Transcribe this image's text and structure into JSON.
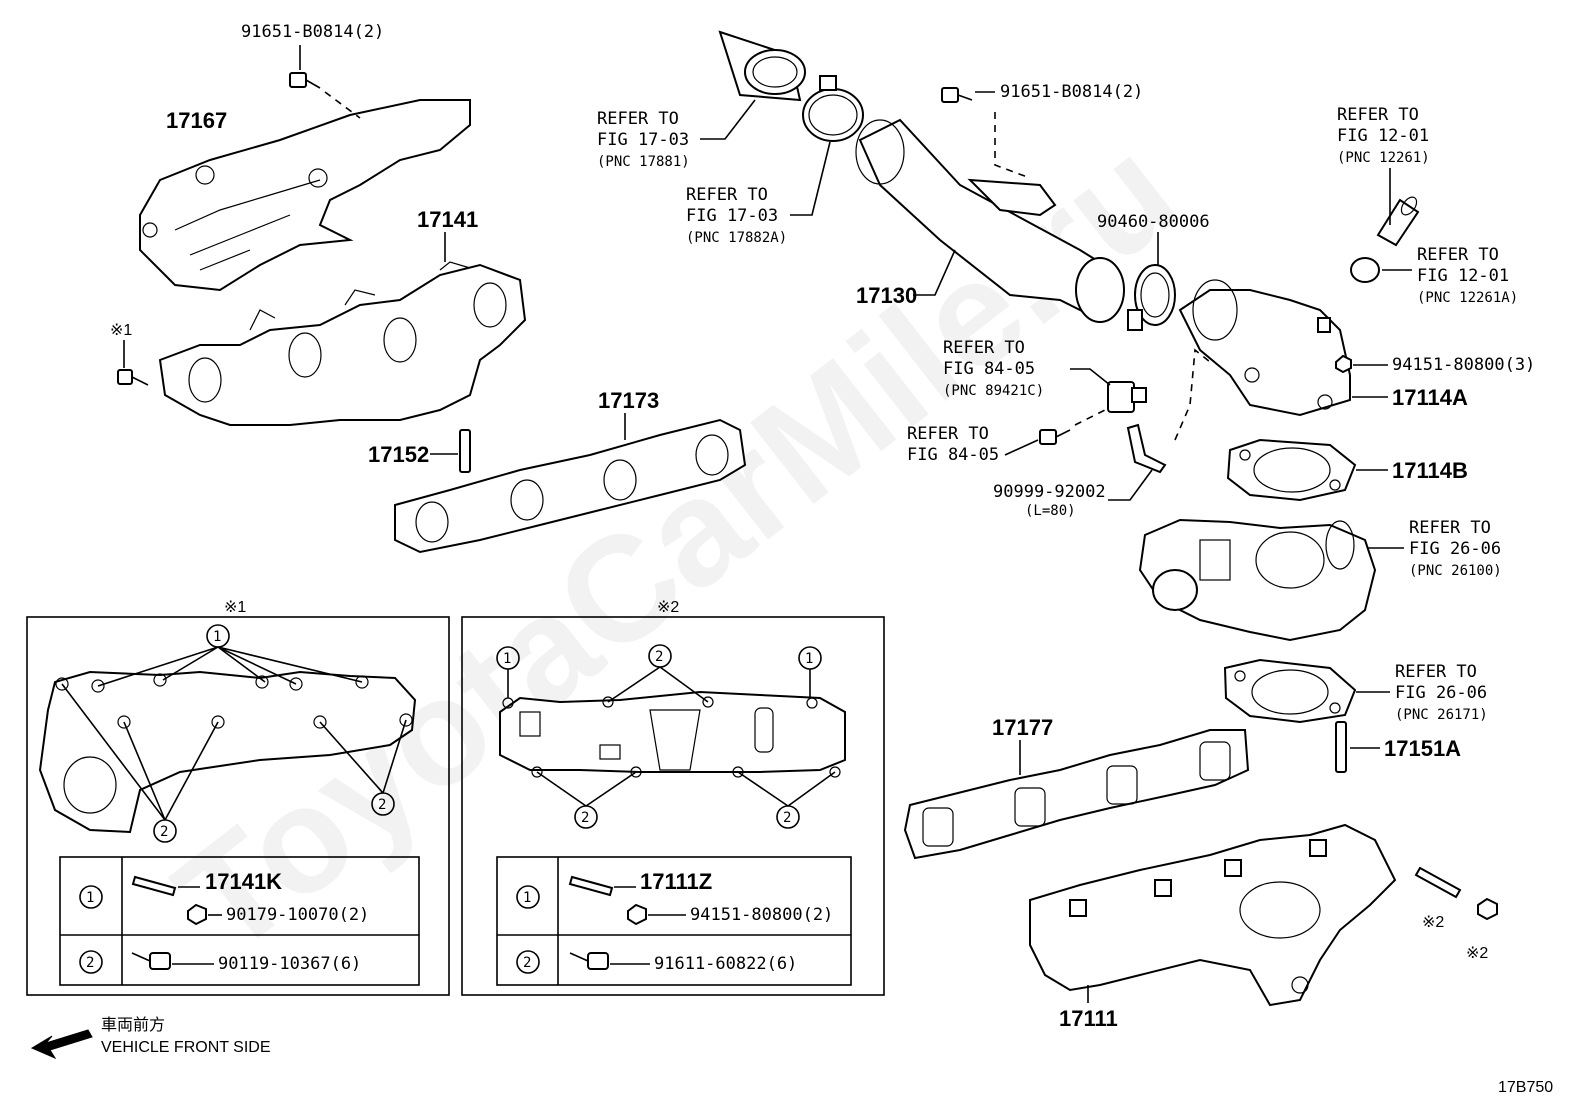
{
  "watermark": "ToyotaCarMile.ru",
  "parts": {
    "p91651_top": "91651-B0814(2)",
    "p17167": "17167",
    "p17141": "17141",
    "p17152": "17152",
    "p17173": "17173",
    "p17130": "17130",
    "p91651_right": "91651-B0814(2)",
    "p90460": "90460-80006",
    "p94151": "94151-80800(3)",
    "p17114A": "17114A",
    "p17114B": "17114B",
    "p90999": "90999-92002",
    "p90999_len": "(L=80)",
    "p17177": "17177",
    "p17151A": "17151A",
    "p17111": "17111",
    "mark1": "※1",
    "mark2a": "※2",
    "mark2b": "※2"
  },
  "refs": {
    "r1": {
      "l1": "REFER TO",
      "l2": "FIG 17-03",
      "pnc": "(PNC 17881)"
    },
    "r2": {
      "l1": "REFER TO",
      "l2": "FIG 17-03",
      "pnc": "(PNC 17882A)"
    },
    "r3": {
      "l1": "REFER TO",
      "l2": "FIG 12-01",
      "pnc": "(PNC 12261)"
    },
    "r4": {
      "l1": "REFER TO",
      "l2": "FIG 12-01",
      "pnc": "(PNC 12261A)"
    },
    "r5": {
      "l1": "REFER TO",
      "l2": "FIG 84-05",
      "pnc": "(PNC 89421C)"
    },
    "r6": {
      "l1": "REFER TO",
      "l2": "FIG 84-05"
    },
    "r7": {
      "l1": "REFER TO",
      "l2": "FIG 26-06",
      "pnc": "(PNC 26100)"
    },
    "r8": {
      "l1": "REFER TO",
      "l2": "FIG 26-06",
      "pnc": "(PNC 26171)"
    }
  },
  "inset1": {
    "title": "※1",
    "callout1": "1",
    "callout2": "2",
    "rows": [
      {
        "num": "1",
        "main": "17141K",
        "sub": "90179-10070(2)"
      },
      {
        "num": "2",
        "main": "90119-10367(6)"
      }
    ]
  },
  "inset2": {
    "title": "※2",
    "callout1": "1",
    "callout2": "2",
    "rows": [
      {
        "num": "1",
        "main": "17111Z",
        "sub": "94151-80800(2)"
      },
      {
        "num": "2",
        "main": "91611-60822(6)"
      }
    ]
  },
  "footer": {
    "direction_jp": "車両前方",
    "direction_en": "VEHICLE FRONT SIDE",
    "code": "17B750"
  }
}
